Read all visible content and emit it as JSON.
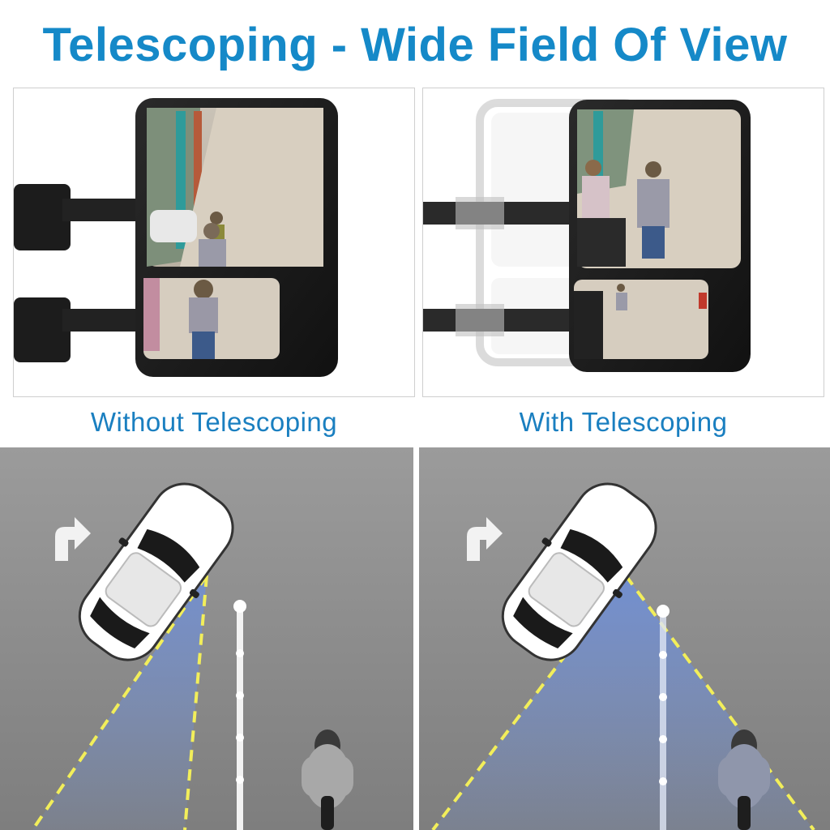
{
  "header": {
    "title": "Telescoping - Wide Field Of View"
  },
  "comparison": {
    "left_label": "Without Telescoping",
    "right_label": "With Telescoping"
  },
  "colors": {
    "title_blue": "#1589c8",
    "caption_blue": "#1a7fc0",
    "road_gray": "#8d8d8d",
    "mirror_housing": "#1e1e1e",
    "view_cone_blue": "#6f8fd6",
    "cone_edge_yellow": "#f2ee5a"
  },
  "icons": {
    "turn_arrow": "turn-right-arrow-icon",
    "car": "car-top-view-icon",
    "motorcycle": "motorcycle-rider-icon"
  }
}
